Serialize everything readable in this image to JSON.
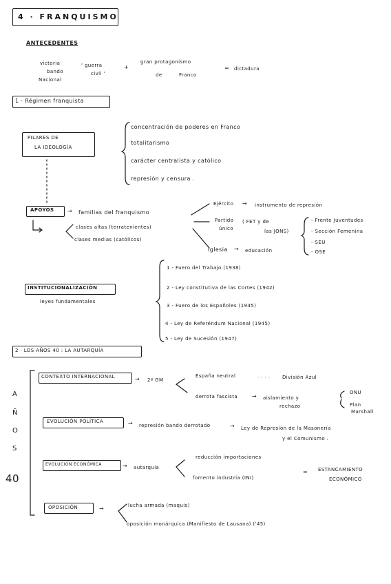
{
  "title": "4 · FRANQUISMO",
  "antecedentes": {
    "heading": "ANTECEDENTES",
    "victoria": "victoria",
    "bando": "bando",
    "nacional": "Nacional",
    "guerra": "' guerra",
    "civil": "civil '",
    "plus": "+",
    "protagonismo": "gran protagonismo",
    "de": "de",
    "franco": "Franco",
    "equals": "=",
    "dictadura": "dictadura"
  },
  "s1": {
    "heading": "1 · Régimen franquista",
    "pilares_l1": "PILARES DE",
    "pilares_l2": "LA IDEOLOGÍA",
    "pilares_items": [
      "concentración de poderes en Franco",
      "totalitarismo",
      "carácter centralista y católico",
      "represión y censura ."
    ],
    "apoyos": "APOYOS",
    "arrow1": "→",
    "familias": "familias del franquismo",
    "clases_altas": "clases altas (terratenientes)",
    "clases_medias": "clases medias (católicos)",
    "ejercito": "Ejército",
    "ejercito_arrow": "→",
    "ejercito_desc": "instrumento de represión",
    "partido_l1": "Partido",
    "partido_mid": "( FET y de",
    "partido_l2": "único",
    "partido_end": "las JONS)",
    "partido_items": [
      "- Frente Juventudes",
      "- Sección Femenina",
      "- SEU",
      "- OSE"
    ],
    "iglesia": "Iglesia",
    "iglesia_arrow": "→",
    "educacion": "educación",
    "institucionalizacion": "INSTITUCIONALIZACIÓN",
    "leyes": "leyes fundamentales",
    "leyes_items": [
      "1 - Fuero del Trabajo (1938)",
      "2 - Ley constitutiva de las Cortes (1942)",
      "3 - Fuero de los Españoles (1945)",
      "4 - Ley de Referéndum Nacional (1945)",
      "5 - Ley de Sucesión (1947)"
    ]
  },
  "s2": {
    "heading": "2 · LOS AÑOS 40 : LA AUTARQUÍA",
    "side_letters": [
      "A",
      "Ñ",
      "O",
      "S",
      "40"
    ],
    "contexto": "CONTEXTO INTERNACIONAL",
    "arrow": "→",
    "gm": "2ª GM",
    "espana_neutral": "España neutral",
    "dots": ". . . .",
    "division_azul": "División Azul",
    "derrota": "derrota fascista",
    "arrow2": "→",
    "aislamiento": "aislamiento y",
    "rechazo": "rechazo",
    "onu": "ONU",
    "plan": "Plan",
    "marshall": "Marshall",
    "evo_politica": "EVOLUCIÓN POLÍTICA",
    "arrow3": "→",
    "represion_bando": "represión bando derrotado",
    "arrow4": "→",
    "ley_represion": "Ley de Represión de la Masonería",
    "comunismo": "y el Comunismo .",
    "evo_economica": "EVOLUCIÓN ECONÓMICA",
    "arrow5": "→",
    "autarquia": "autarquía",
    "reduccion": "reducción importaciones",
    "fomento": "fomento industria (INI)",
    "equals": "=",
    "estancamiento": "ESTANCAMIENTO",
    "economico": "ECONÓMICO",
    "oposicion": "OPOSICIÓN",
    "arrow6": "→",
    "lucha": "lucha armada (maquis)",
    "oposicion_monarquica": "oposición monárquica (Manifiesto de Lausana) ('45)"
  }
}
